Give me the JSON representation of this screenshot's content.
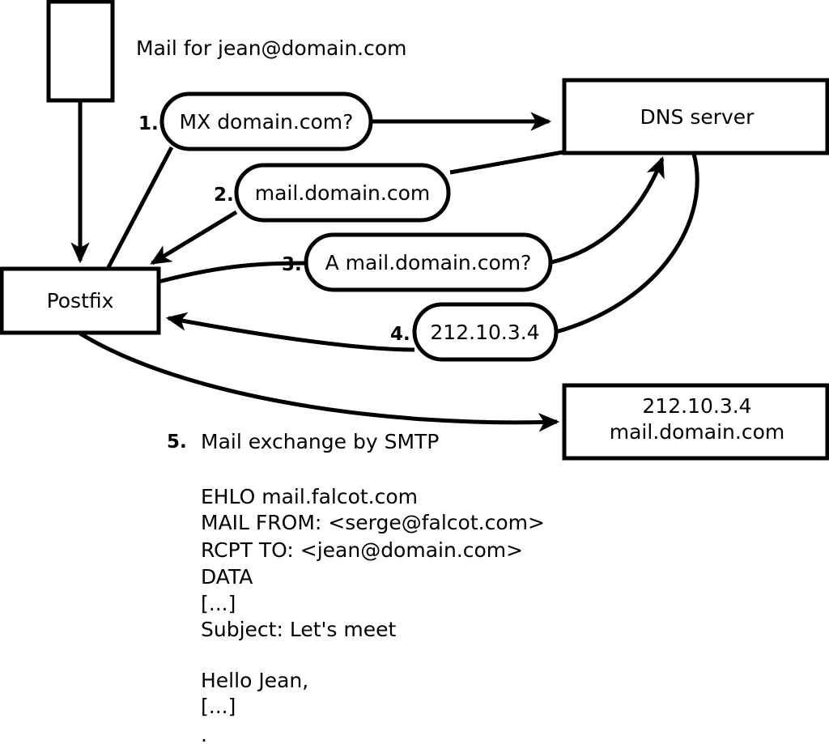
{
  "diagram": {
    "title_caption": "Mail for jean@domain.com",
    "nodes": [
      {
        "id": "source-box",
        "label": ""
      },
      {
        "id": "postfix-box",
        "label": "Postfix"
      },
      {
        "id": "dns-box",
        "label": "DNS server"
      },
      {
        "id": "target-box",
        "label_line1": "212.10.3.4",
        "label_line2": "mail.domain.com"
      }
    ],
    "steps": [
      {
        "number": "1.",
        "bubble": "MX domain.com?"
      },
      {
        "number": "2.",
        "bubble": "mail.domain.com"
      },
      {
        "number": "3.",
        "bubble": "A mail.domain.com?"
      },
      {
        "number": "4.",
        "bubble": "212.10.3.4"
      }
    ],
    "step5": {
      "number": "5.",
      "label": "Mail exchange by SMTP"
    },
    "transcript": [
      "EHLO mail.falcot.com",
      "MAIL FROM: <serge@falcot.com>",
      "RCPT TO: <jean@domain.com>",
      "DATA",
      "[...]",
      "Subject: Let's meet",
      "",
      "Hello Jean,",
      "[...]",
      "",
      "."
    ],
    "colors": {
      "stroke": "#000000",
      "fill": "#ffffff",
      "text": "#000000"
    }
  }
}
